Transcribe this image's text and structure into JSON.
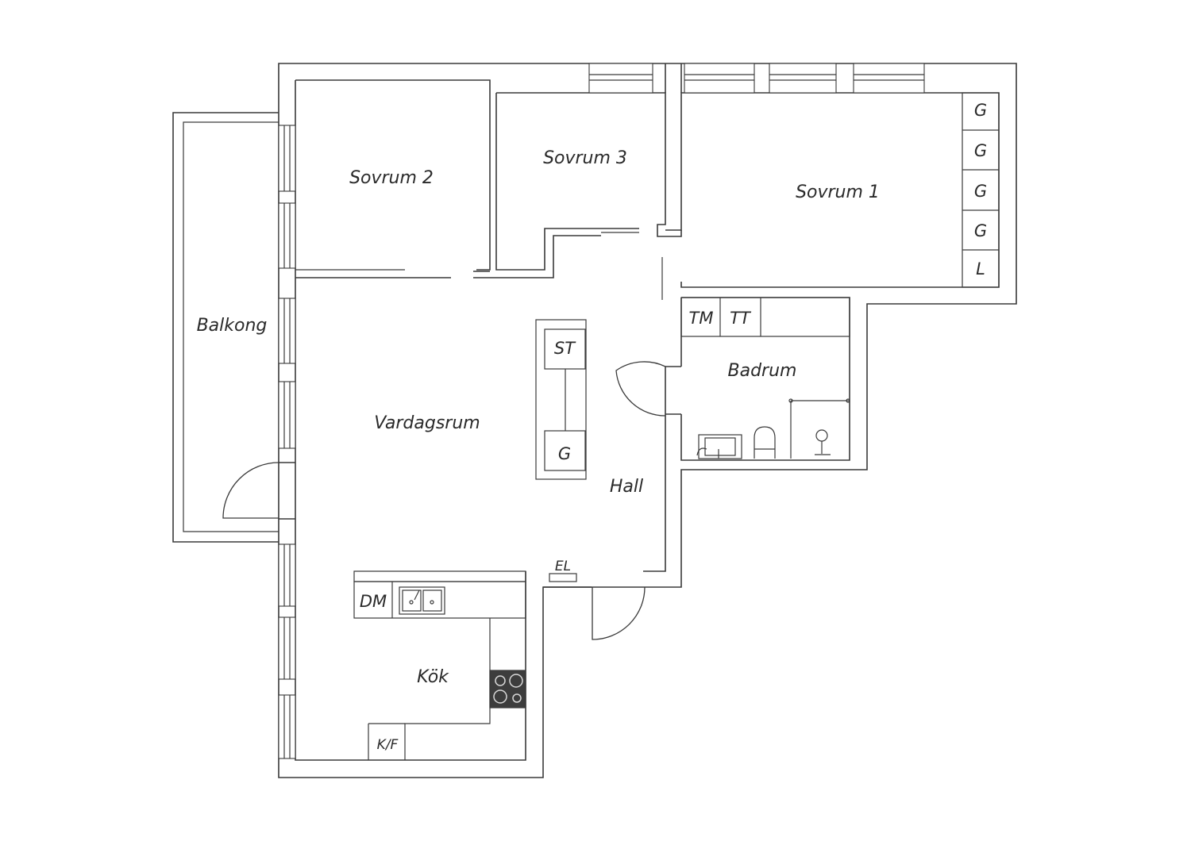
{
  "rooms": {
    "sovrum2": "Sovrum 2",
    "sovrum3": "Sovrum 3",
    "sovrum1": "Sovrum 1",
    "balkong": "Balkong",
    "vardagsrum": "Vardagsrum",
    "badrum": "Badrum",
    "hall": "Hall",
    "kok": "Kök"
  },
  "fixtures": {
    "wardrobe_g": "G",
    "linen_l": "L",
    "washer_tm": "TM",
    "dryer_tt": "TT",
    "storage_st": "ST",
    "electric_el": "EL",
    "dishwasher_dm": "DM",
    "fridge_freezer_kf": "K/F"
  },
  "colors": {
    "line": "#3a3a3a",
    "text": "#2a2a2a",
    "stove": "#3d3d3d"
  }
}
